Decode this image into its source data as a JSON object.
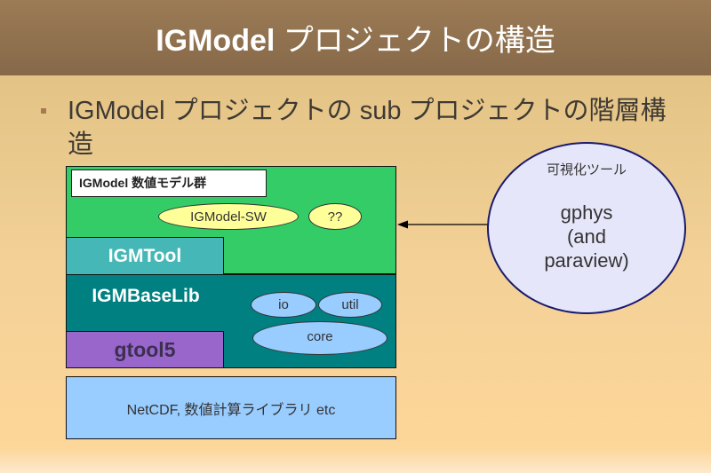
{
  "header": {
    "title_latin": "IGModel",
    "title_jp": "プロジェクトの構造"
  },
  "bullet": {
    "text": "IGModel プロジェクトの sub プロジェクトの階層構造"
  },
  "diagram": {
    "model_group_label": "IGModel 数値モデル群",
    "sw_label": "IGModel-SW",
    "unknown_label": "??",
    "igmtool_label": "IGMTool",
    "baselib_label": "IGMBaseLib",
    "io_label": "io",
    "util_label": "util",
    "core_label": "core",
    "gtool5_label": "gtool5",
    "netcdf_label": "NetCDF, 数値計算ライブラリ etc",
    "viz_title": "可視化ツール",
    "viz_body_line1": "gphys",
    "viz_body_line2": "(and",
    "viz_body_line3": "paraview)"
  },
  "colors": {
    "model_group": "#33cc66",
    "igmtool": "#46b7b7",
    "baselib": "#008080",
    "gtool5": "#9966cc",
    "netcdf": "#99ccff",
    "viz": "#e6e6fa"
  }
}
